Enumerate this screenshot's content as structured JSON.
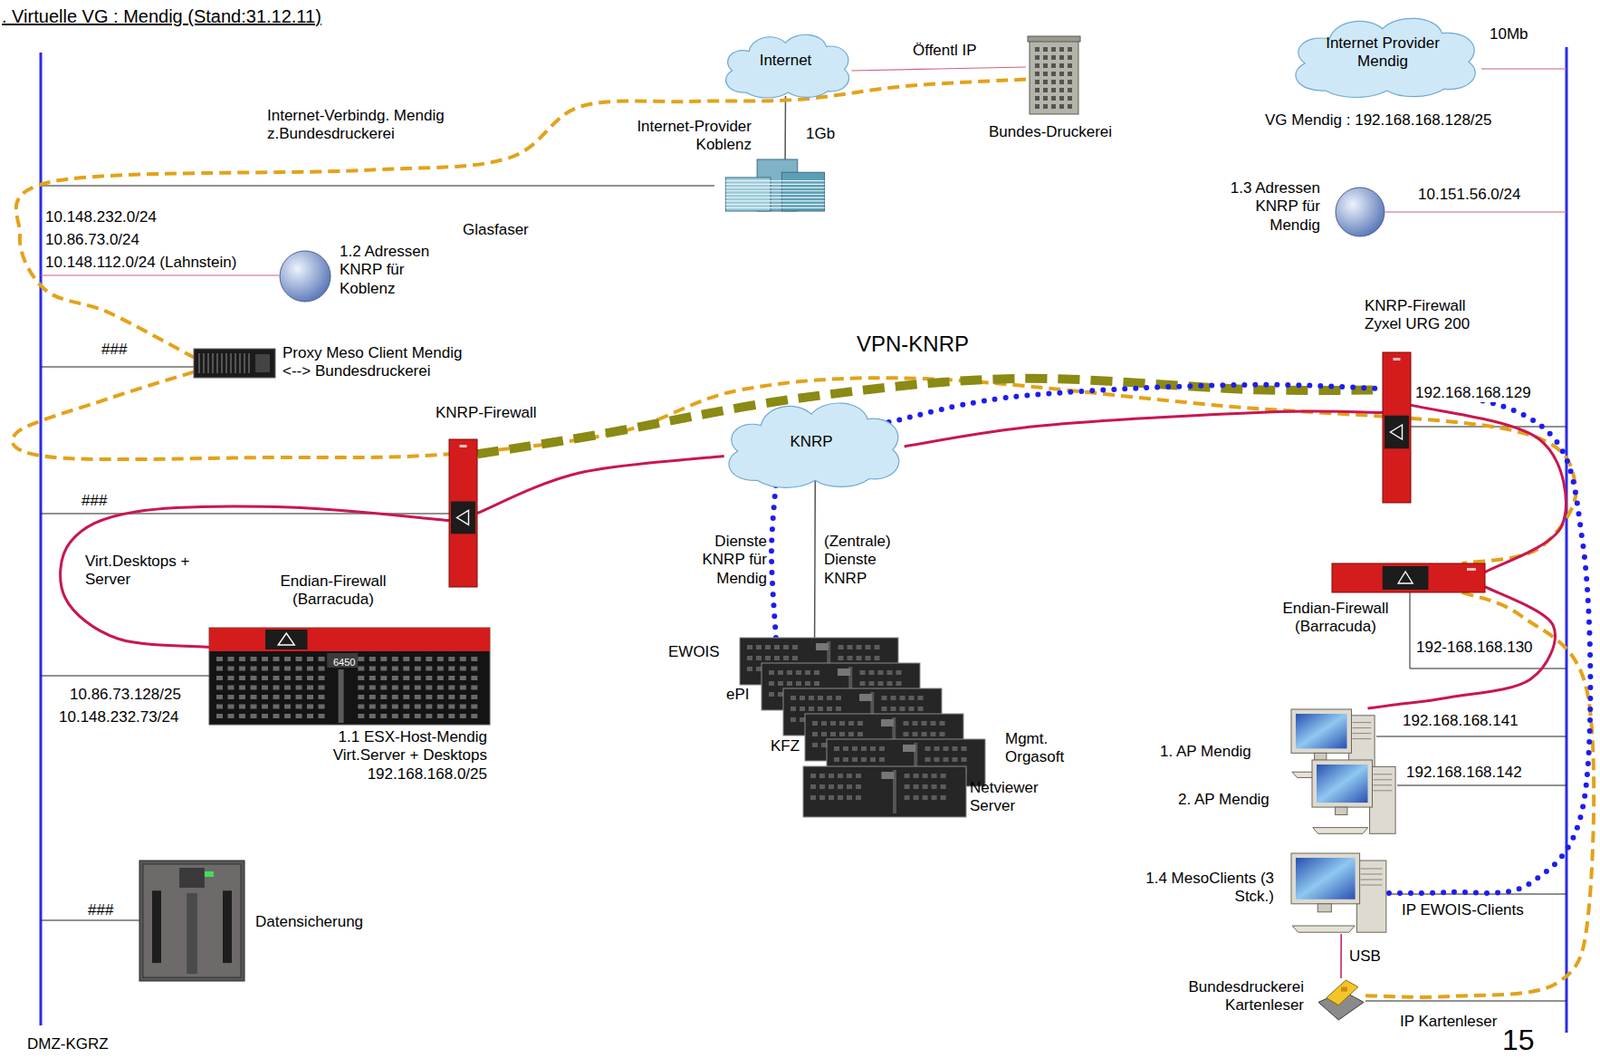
{
  "diagram": {
    "title": ". Virtuelle VG : Mendig (Stand:31.12.11)",
    "nodes": [
      {
        "text": [
          "Internet"
        ]
      },
      {
        "text": [
          "Bundes-Druckerei"
        ]
      },
      {
        "text": [
          "Internet-Provider Koblenz",
          "1Gb"
        ]
      },
      {
        "text": [
          "Internet Provider Mendig"
        ]
      },
      {
        "text": [
          "1.3 Adressen KNRP für Mendig"
        ]
      },
      {
        "text": [
          "1.2 Adressen KNRP für Koblenz"
        ]
      },
      {
        "text": [
          "Proxy Meso Client Mendig <--> Bundesdruckerei"
        ]
      },
      {
        "text": [
          "KNRP-Firewall"
        ]
      },
      {
        "text": [
          "KNRP"
        ]
      },
      {
        "text": [
          "KNRP-Firewall Zyxel URG 200"
        ]
      },
      {
        "text": [
          "Endian-Firewall (Barracuda)",
          "1.1 ESX-Host-Mendig Virt.Server + Desktops 192.168.168.0/25"
        ]
      },
      {
        "text": [
          "EWOIS",
          "ePI",
          "KFZ",
          "Mgmt. Orgasoft",
          "Netviewer Server"
        ]
      },
      {
        "text": [
          "Endian-Firewall (Barracuda)"
        ]
      },
      {
        "text": [
          "1. AP Mendig"
        ]
      },
      {
        "text": [
          "2. AP Mendig"
        ]
      },
      {
        "text": [
          "1.4 MesoClients (3 Stck.)"
        ]
      },
      {
        "text": [
          "Datensicherung"
        ]
      },
      {
        "text": [
          "Bundesdruckerei Kartenleser"
        ]
      }
    ],
    "edges": [
      {
        "from": 0,
        "to": 1,
        "arrow": "none"
      },
      {
        "from": 0,
        "to": 2,
        "arrow": "none"
      },
      {
        "from": 1,
        "to": 6,
        "arrow": "none"
      },
      {
        "from": 6,
        "to": 12,
        "arrow": "none"
      },
      {
        "from": 12,
        "to": 17,
        "arrow": "none"
      },
      {
        "from": 10,
        "to": 7,
        "arrow": "none"
      },
      {
        "from": 7,
        "to": 8,
        "arrow": "none"
      },
      {
        "from": 8,
        "to": 9,
        "arrow": "none"
      },
      {
        "from": 9,
        "to": 12,
        "arrow": "none"
      },
      {
        "from": 12,
        "to": 13,
        "arrow": "none"
      },
      {
        "from": 7,
        "to": 9,
        "arrow": "none"
      },
      {
        "from": 11,
        "to": 8,
        "arrow": "none"
      },
      {
        "from": 11,
        "to": 8,
        "arrow": "none"
      },
      {
        "from": 8,
        "to": 15,
        "arrow": "none"
      },
      {
        "from": 15,
        "to": 17,
        "arrow": "none"
      }
    ],
    "labels": [
      "Öffentl IP",
      "Internet-Verbindg. Mendig z.Bundesdruckerei",
      "10.148.232.0/24",
      "10.86.73.0/24",
      "10.148.112.0/24 (Lahnstein)",
      "Glasfaser",
      "###",
      "###",
      "VPN-KNRP",
      "Virt.Desktops + Server",
      "10.86.73.128/25",
      "10.148.232.73/24",
      "Dienste KNRP für Mendig",
      "(Zentrale) Dienste KNRP",
      "6450",
      "###",
      "DMZ-KGRZ",
      "10Mb",
      "VG Mendig : 192.168.168.128/25",
      "10.151.56.0/24",
      "192.168.168.129",
      "192-168.168.130",
      "192.168.168.141",
      "192.168.168.142",
      "IP EWOIS-Clients",
      "USB",
      "IP Kartenleser",
      "15"
    ]
  }
}
